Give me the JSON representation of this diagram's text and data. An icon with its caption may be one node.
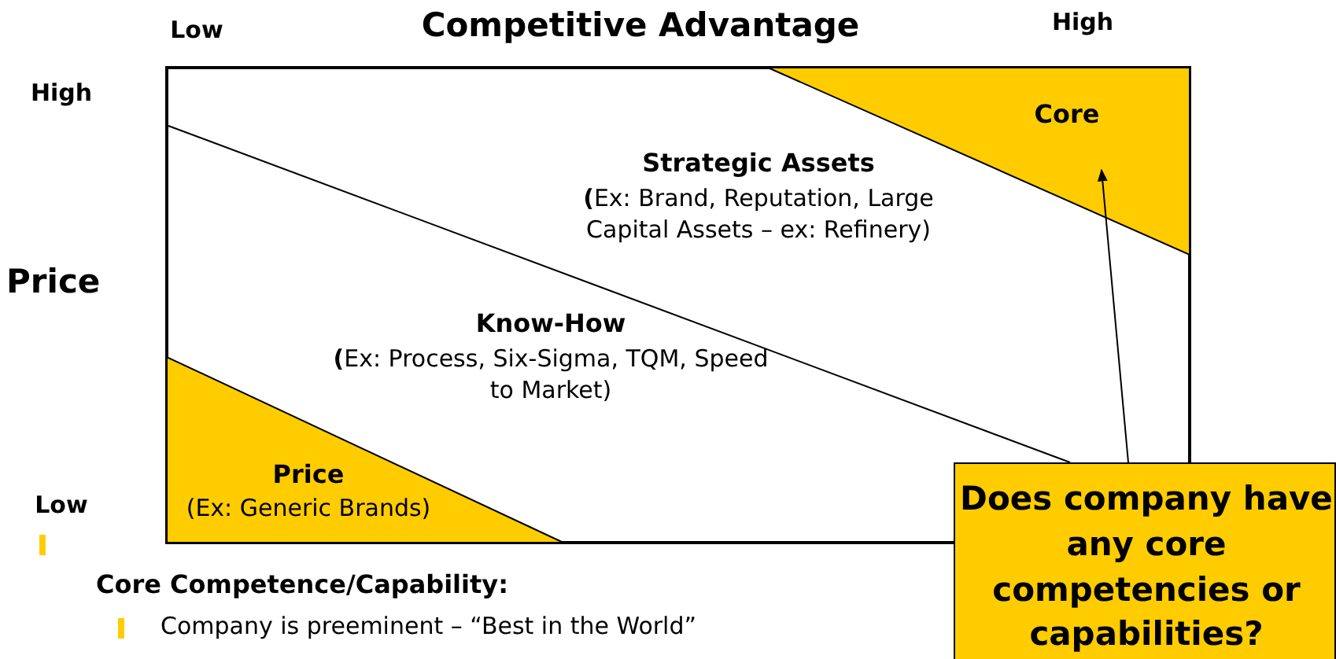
{
  "diagram": {
    "nodes": [
      {
        "text": [
          "Core"
        ]
      },
      {
        "text": [
          "Price",
          "(Ex: Generic Brands)"
        ]
      },
      {
        "text": [
          "Does company have any core competencies or capabilities?"
        ]
      }
    ],
    "edges": [
      {
        "from": 2,
        "to": 0,
        "arrow": "to"
      }
    ],
    "labels": [
      "Low",
      "Competitive Advantage",
      "High",
      "High",
      "Price",
      "Strategic Assets",
      "**(**Ex: Brand, Reputation, Large Capital Assets – ex: Refinery)",
      "Know-How",
      "**(**Ex: Process, Six-Sigma, TQM, Speed to Market)",
      "Low",
      "Core Competence/Capability:",
      "Company is preeminent – “Best in the World”"
    ]
  }
}
